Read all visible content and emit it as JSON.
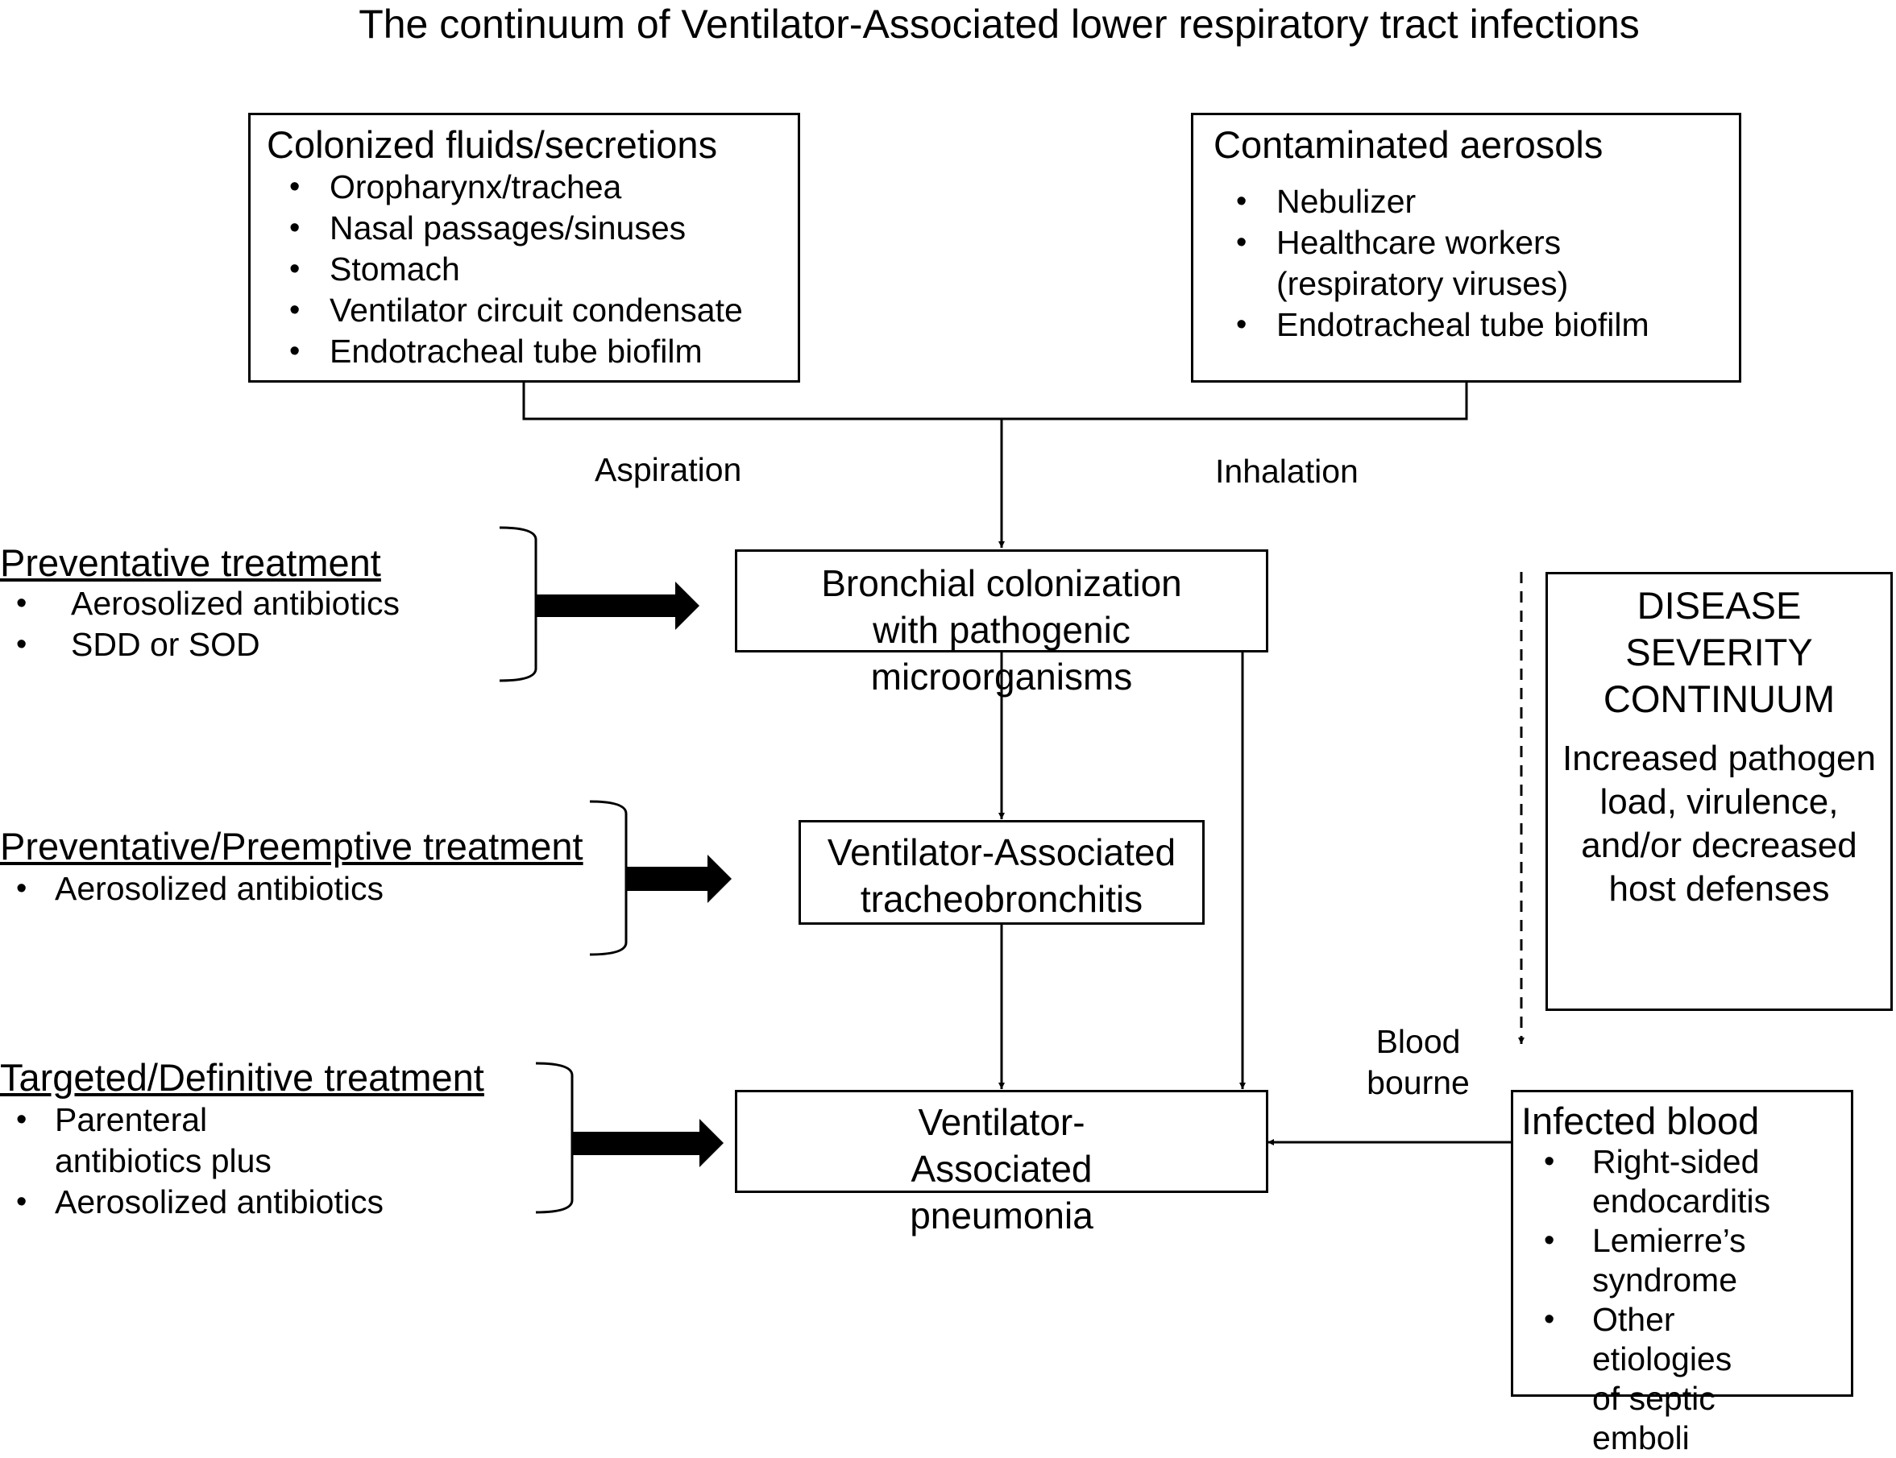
{
  "title": "The continuum of Ventilator-Associated lower respiratory tract infections",
  "sources": {
    "colonized": {
      "heading": "Colonized fluids/secretions",
      "items": [
        "Oropharynx/trachea",
        "Nasal passages/sinuses",
        "Stomach",
        "Ventilator circuit condensate",
        "Endotracheal tube biofilm"
      ]
    },
    "aerosols": {
      "heading": "Contaminated aerosols",
      "items": [
        "Nebulizer",
        "Healthcare workers (respiratory viruses)",
        "Endotracheal tube biofilm"
      ]
    }
  },
  "routes": {
    "aspiration": "Aspiration",
    "inhalation": "Inhalation",
    "blood_bourne": "Blood bourne"
  },
  "stages": {
    "bronchial": "Bronchial colonization with pathogenic microorganisms",
    "vat": "Ventilator-Associated tracheobronchitis",
    "vap": "Ventilator-Associated pneumonia"
  },
  "treatments": {
    "preventative": {
      "heading": "Preventative treatment",
      "items": [
        "Aerosolized antibiotics",
        "SDD or SOD"
      ]
    },
    "preemptive": {
      "heading": "Preventative/Preemptive treatment",
      "items": [
        "Aerosolized antibiotics"
      ]
    },
    "targeted": {
      "heading": "Targeted/Definitive treatment",
      "items": [
        "Parenteral antibiotics plus",
        "Aerosolized antibiotics"
      ]
    }
  },
  "severity": {
    "heading": "DISEASE SEVERITY CONTINUUM",
    "body": "Increased pathogen load, virulence, and/or decreased host defenses"
  },
  "infected_blood": {
    "heading": "Infected blood",
    "items": [
      "Right-sided endocarditis",
      "Lemierre’s syndrome",
      "Other etiologies of septic emboli"
    ]
  }
}
